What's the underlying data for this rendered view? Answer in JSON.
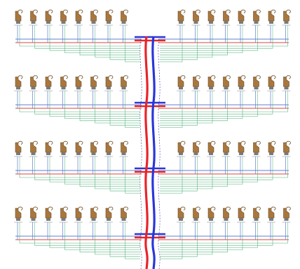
{
  "drawing": {
    "footer_left": "",
    "footer_right": ""
  },
  "colors": {
    "hot_riser": "#e8242a",
    "cold_riser": "#2a35d8",
    "hot_branch": "#d7473f",
    "cold_branch": "#5c7fd4",
    "drain_branch": "#4fb07a",
    "fixture": "#a9773e"
  },
  "icons": {
    "fixture": "fixture-icon",
    "riser": "riser-pipe"
  },
  "layout_counts": {
    "floors": 4,
    "fixtures_per_side": 8
  }
}
